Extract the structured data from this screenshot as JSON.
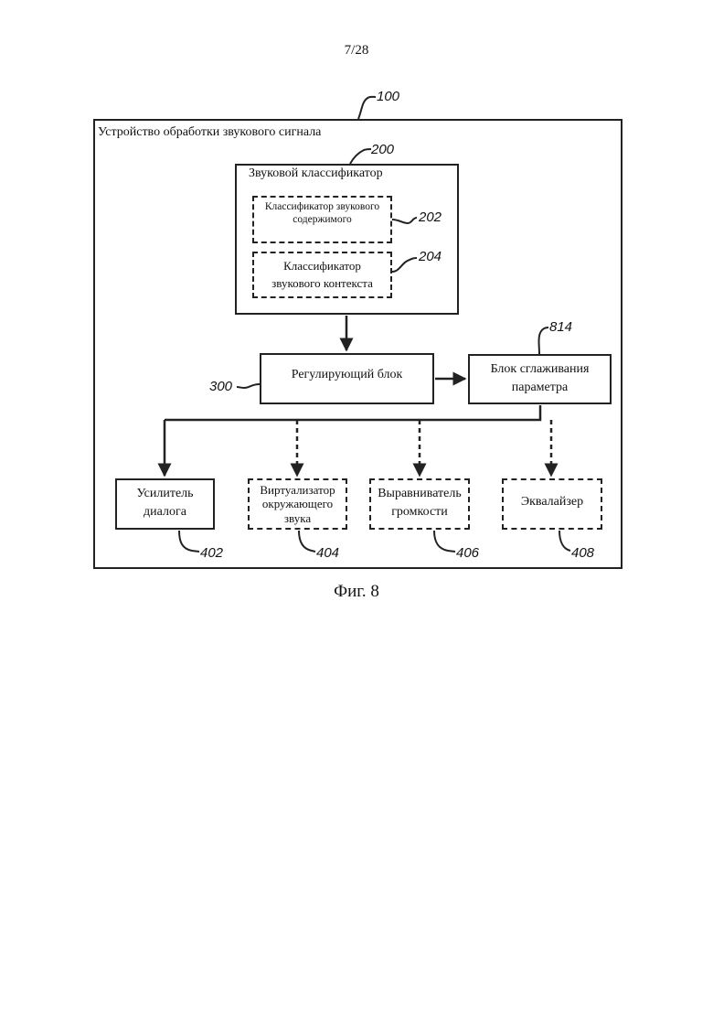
{
  "page": {
    "number": "7/28",
    "caption": "Фиг. 8"
  },
  "diagram": {
    "device": {
      "label": "Устройство обработки звукового сигнала",
      "ref": "100"
    },
    "classifier": {
      "label": "Звуковой классификатор",
      "ref": "200"
    },
    "content_classifier": {
      "label_line1": "Классификатор звукового",
      "label_line2": "содержимого",
      "ref": "202"
    },
    "context_classifier": {
      "label_line1": "Классификатор",
      "label_line2": "звукового контекста",
      "ref": "204"
    },
    "adjusting_unit": {
      "label": "Регулирующий блок",
      "ref": "300"
    },
    "smoothing_unit": {
      "label_line1": "Блок сглаживания",
      "label_line2": "параметра",
      "ref": "814"
    },
    "dialog_enhancer": {
      "label_line1": "Усилитель",
      "label_line2": "диалога",
      "ref": "402"
    },
    "surround_virtualizer": {
      "label_line1": "Виртуализатор",
      "label_line2": "окружающего",
      "label_line3": "звука",
      "ref": "404"
    },
    "volume_leveler": {
      "label_line1": "Выравниватель",
      "label_line2": "громкости",
      "ref": "406"
    },
    "equalizer": {
      "label": "Эквалайзер",
      "ref": "408"
    }
  }
}
